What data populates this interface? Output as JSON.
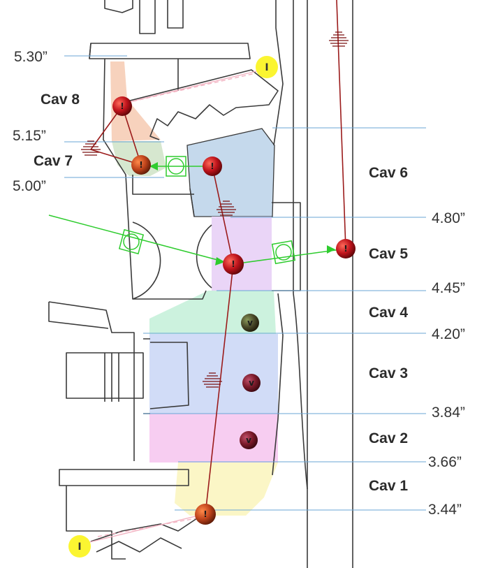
{
  "dimensions": {
    "d530": "5.30”",
    "d515": "5.15”",
    "d500": "5.00”",
    "d480": "4.80”",
    "d445": "4.45”",
    "d420": "4.20”",
    "d384": "3.84”",
    "d366": "3.66”",
    "d344": "3.44”"
  },
  "cavities": {
    "cav1": "Cav 1",
    "cav2": "Cav 2",
    "cav3": "Cav 3",
    "cav4": "Cav 4",
    "cav5": "Cav 5",
    "cav6": "Cav 6",
    "cav7": "Cav 7",
    "cav8": "Cav 8"
  },
  "node_labels": {
    "inlet": "I",
    "internal": "!",
    "void": "v"
  },
  "colors": {
    "cav1_fill": "#fbf6c6",
    "cav2_fill": "#f7cdf1",
    "cav3_fill": "#d1dcf7",
    "cav4_fill": "#ccf2de",
    "cav5_fill": "#ead5f7",
    "cav6_fill": "#c5d9ec",
    "cav7_fill": "#d6e7cf",
    "cav8_fill": "#f7d2bd",
    "guide_line": "#6aa6d6",
    "node_red": "#c0141c",
    "node_orange": "#c0441c",
    "node_dark": "#7a1a2a",
    "node_green_dark": "#3c4a2a",
    "inlet_yellow": "#fbf531",
    "flow_green": "#2ecc2e",
    "flow_red": "#9b1b1b"
  }
}
